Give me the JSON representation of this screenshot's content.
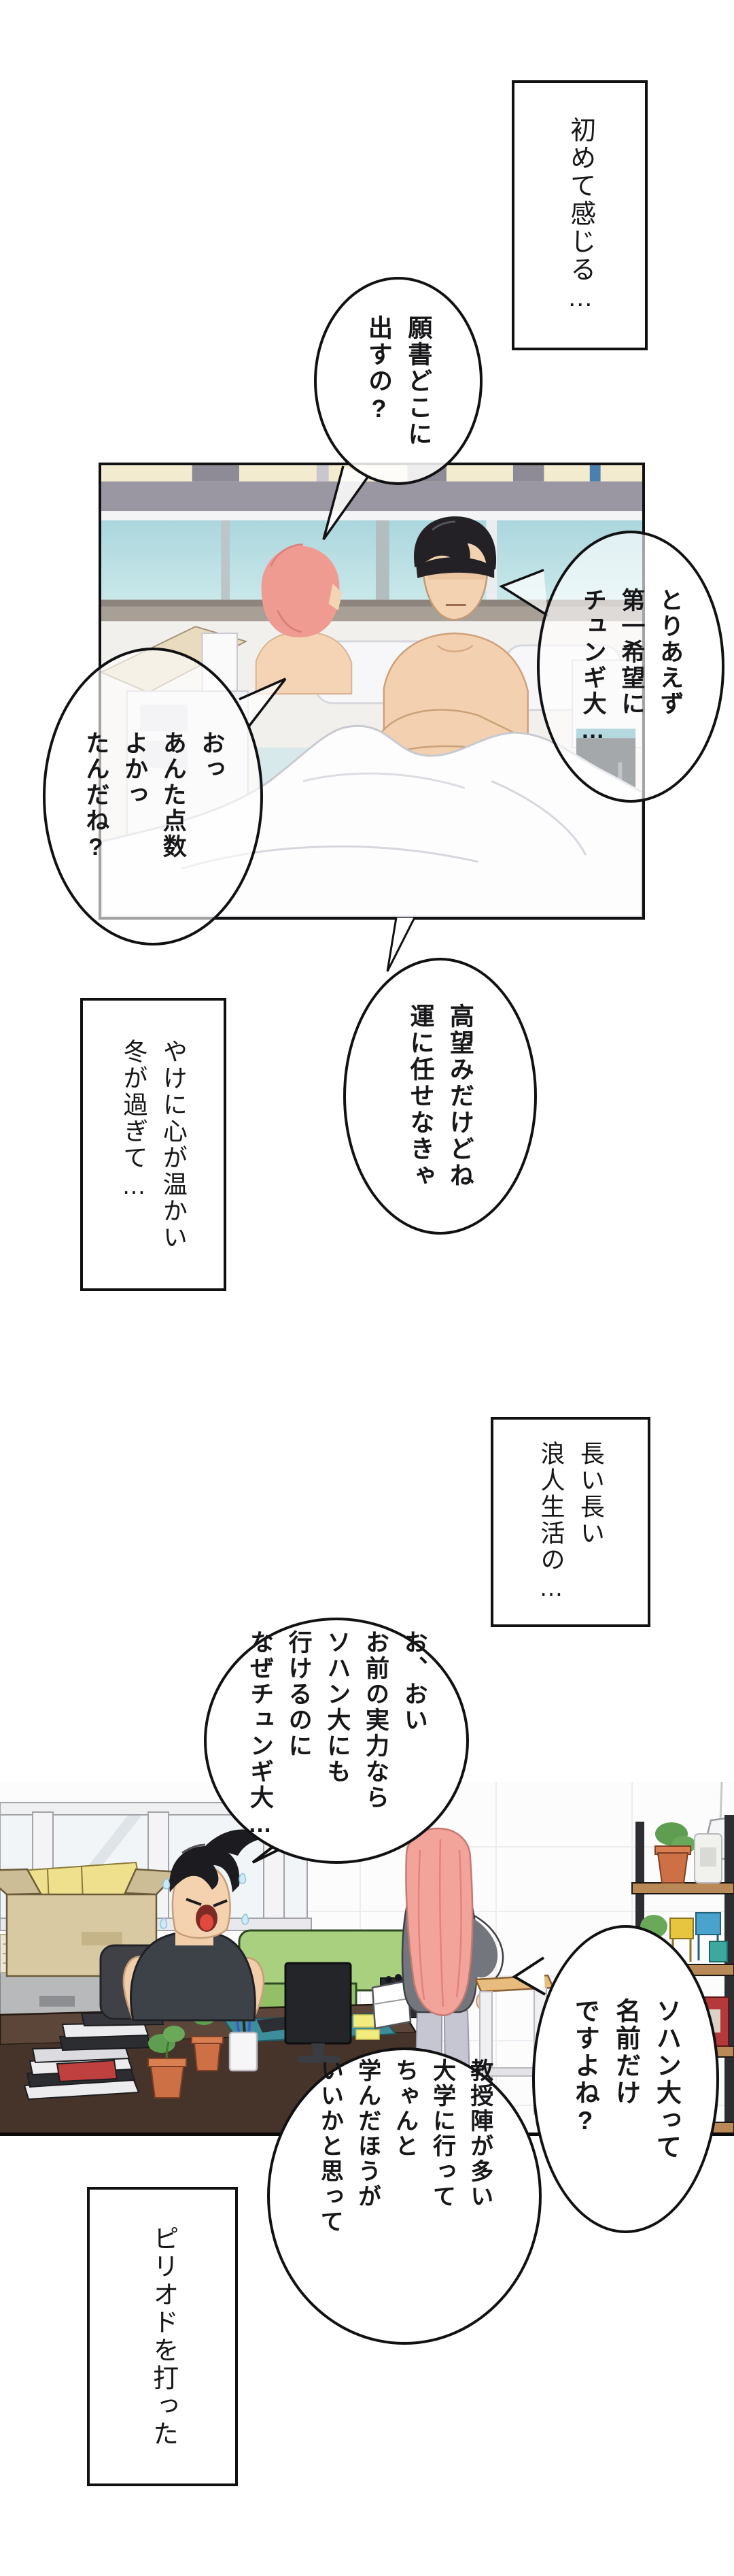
{
  "page": {
    "type": "webtoon-comic-page",
    "language": "ja",
    "background_color": "#ffffff"
  },
  "narration_boxes": {
    "hajimete": "初めて感じる…",
    "yakeni": "やけに心が温かい\n冬が過ぎて…",
    "nagai": "長い長い\n浪人生活の…",
    "period": "ピリオドを打った"
  },
  "speech_bubbles": {
    "gansho": "願書どこに\n出すの?",
    "toriaezu": "とりあえず\n第一希望に\nチュンギ大…",
    "otto": "おっ\nあんた点数\nよかっ\nたんだね?",
    "takanozomi": "高望みだけどね\n運に任せなきゃ",
    "oi": "お、おい\nお前の実力なら\nソハン大にも\n行けるのに\nなぜチュンギ大…",
    "sohan": "ソハン大って\n名前だけ\nですよね?",
    "kyoju": "教授陣が多い\n大学に行って\nちゃんと\n学んだほうが\nいいかと思って"
  },
  "palette": {
    "ink": "#111113",
    "panel1_window_glass": "#b5dde2",
    "panel1_wall_band": "#a89f96",
    "panel1_nightstand": "#141b21",
    "panel1_nightstand_top": "#3e97a8",
    "panel2_sofa_green": "#a9d07f",
    "panel2_desk_brown": "#46332a",
    "panel2_desk_mat_teal": "#3d8d9b",
    "panel2_pot_terracotta": "#cd7046",
    "hair_pink": "#f0a098",
    "hair_black": "#1c1b1f",
    "skin": "#f3d2b2"
  }
}
